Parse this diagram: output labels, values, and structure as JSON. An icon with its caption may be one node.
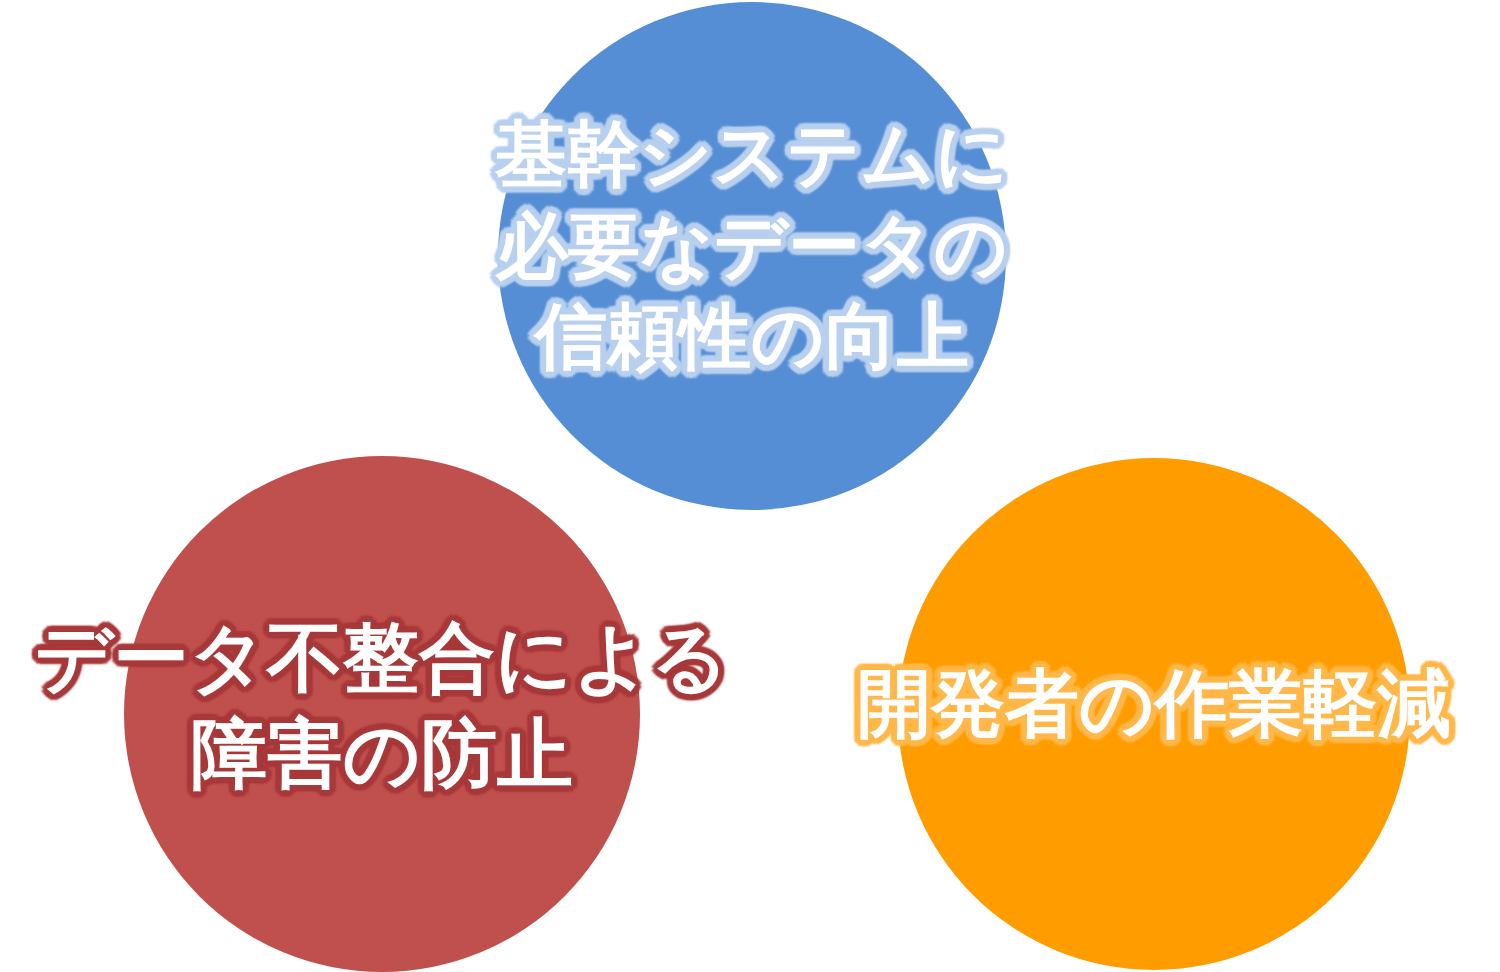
{
  "diagram": {
    "nodes": [
      {
        "text": [
          "基幹システムに必要なデータの信頼性の向上"
        ]
      },
      {
        "text": [
          "データ不整合による障害の防止"
        ]
      },
      {
        "text": [
          "開発者の作業軽減"
        ]
      }
    ]
  }
}
